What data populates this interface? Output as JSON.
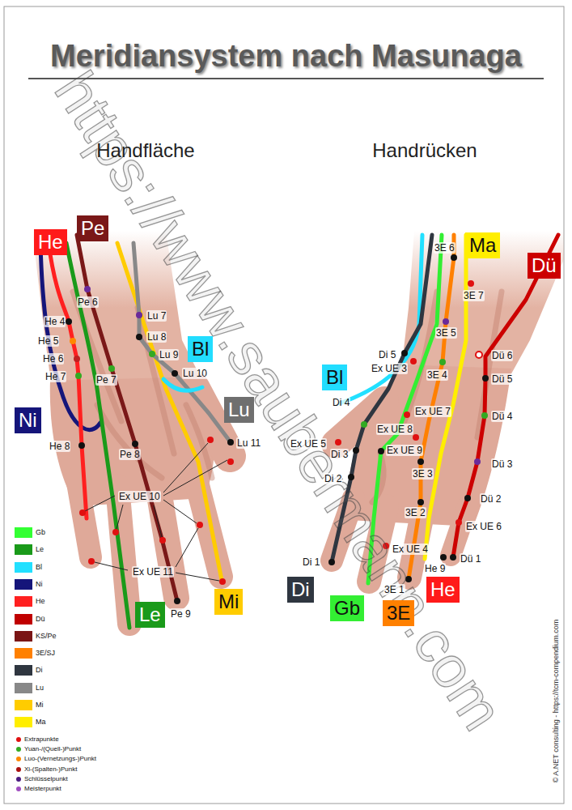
{
  "diagram": {
    "title": "Meridiansystem nach Masunaga",
    "nodes": [
      {
        "text": [
          "He"
        ]
      },
      {
        "text": [
          "Pe"
        ]
      },
      {
        "text": [
          "Bl"
        ]
      },
      {
        "text": [
          "Lu"
        ]
      },
      {
        "text": [
          "Ni"
        ]
      },
      {
        "text": [
          "Le"
        ]
      },
      {
        "text": [
          "Mi"
        ]
      },
      {
        "text": [
          "Ma"
        ]
      },
      {
        "text": [
          "Dü"
        ]
      },
      {
        "text": [
          "Bl"
        ]
      },
      {
        "text": [
          "Di"
        ]
      },
      {
        "text": [
          "Gb"
        ]
      },
      {
        "text": [
          "3E"
        ]
      },
      {
        "text": [
          "He"
        ]
      }
    ],
    "labels": [
      "Handfläche",
      "Handrücken",
      "Pe 6",
      "He 4",
      "He 5",
      "He 6",
      "He 7",
      "He 8",
      "Lu 7",
      "Lu 8",
      "Lu 9",
      "Lu 10",
      "Pe 7",
      "Lu 11",
      "Pe 8",
      "Ex UE 10",
      "Ex UE 11",
      "Pe 9",
      "3E 6",
      "3E 7",
      "3E 5",
      "Di 5",
      "Dü 6",
      "Ex UE 3",
      "3E 4",
      "Dü 5",
      "Di 4",
      "Ex UE 7",
      "Dü 4",
      "Ex UE 8",
      "Ex UE 5",
      "Di 3",
      "Ex UE 9",
      "Dü 3",
      "3E 3",
      "Di 2",
      "Dü 2",
      "3E 2",
      "Ex UE 6",
      "Ex UE 4",
      "Dü 1",
      "He 9",
      "Di 1",
      "3E 1",
      "https://www.saubermann.com",
      "© A.NET consulting - https://tcm-compendium.com"
    ],
    "legend": [
      {
        "text": "Gb",
        "color": "#33ff33"
      },
      {
        "text": "Le",
        "color": "#1a9a1a"
      },
      {
        "text": "Bl",
        "color": "#22e0ff"
      },
      {
        "text": "Ni",
        "color": "#15157a"
      },
      {
        "text": "He",
        "color": "#ff2020"
      },
      {
        "text": "Dü",
        "color": "#c00000"
      },
      {
        "text": "KS/Pe",
        "color": "#7a1515"
      },
      {
        "text": "3E/SJ",
        "color": "#ff8000"
      },
      {
        "text": "Di",
        "color": "#2f3640"
      },
      {
        "text": "Lu",
        "color": "#888888"
      },
      {
        "text": "Mi",
        "color": "#ffcc00"
      },
      {
        "text": "Ma",
        "color": "#ffee00"
      },
      {
        "text": "Extrapunkte",
        "color": "#e01010"
      },
      {
        "text": "Yuan-/(Quell-)Punkt",
        "color": "#33aa22"
      },
      {
        "text": "Luo-(Vernetzungs-)Punkt",
        "color": "#ff8800"
      },
      {
        "text": "Xi-(Spalten-)Punkt",
        "color": "#aa1010"
      },
      {
        "text": "Schlüsselpunkt",
        "color": "#4a1a80"
      },
      {
        "text": "Meisterpunkt",
        "color": "#a050c0"
      }
    ]
  }
}
